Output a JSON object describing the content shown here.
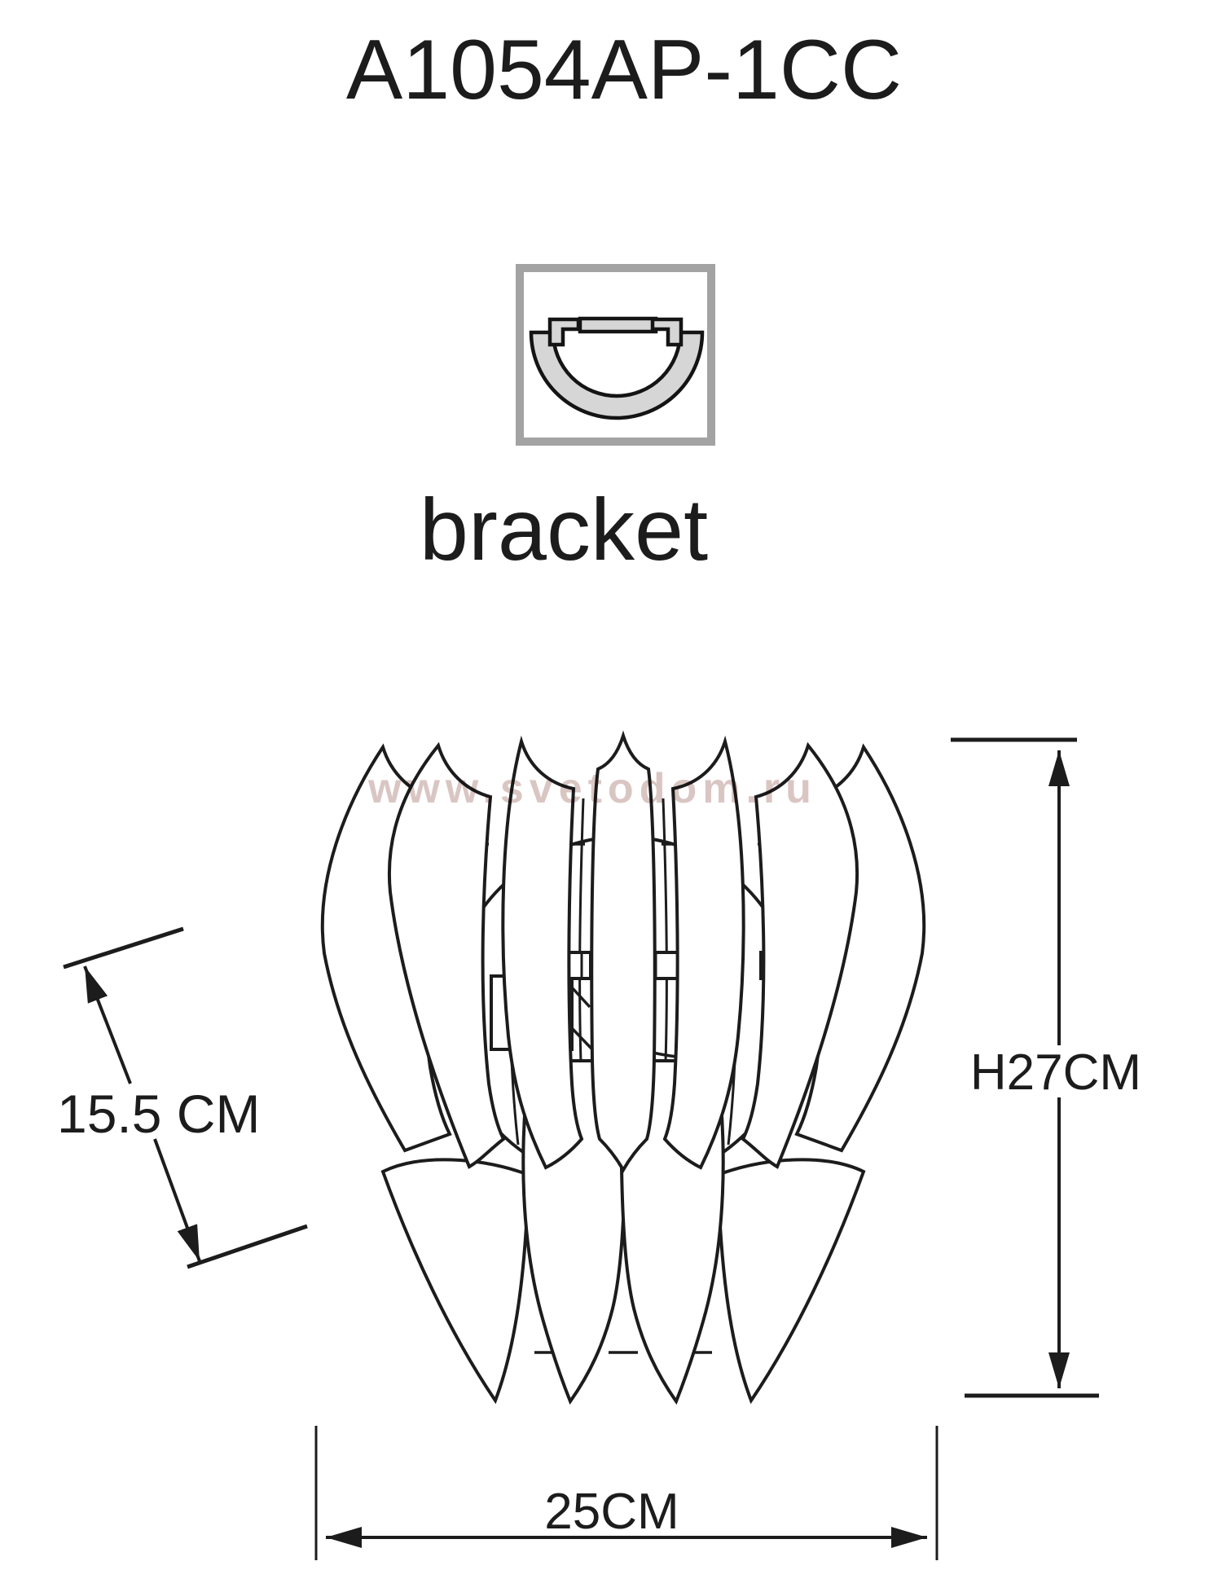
{
  "title": {
    "text": "A1054AP-1CC"
  },
  "mount": {
    "label": "bracket",
    "frame_color": "#a3a3a3",
    "piece_fill": "#d6d6d6",
    "outline": "#141414"
  },
  "watermark": {
    "text": "www.svetodom.ru",
    "color": "#d9c6c3"
  },
  "drawing": {
    "subject": "wall sconce front view technical drawing",
    "stroke": "#1c1c1c",
    "fill": "#ffffff"
  },
  "dimensions": {
    "depth": {
      "label": "15.5 CM"
    },
    "height": {
      "label": "H27CM"
    },
    "width": {
      "label": "25CM"
    }
  }
}
